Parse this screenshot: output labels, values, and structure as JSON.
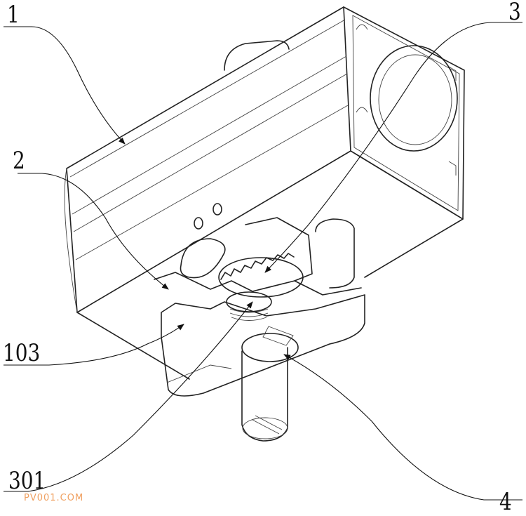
{
  "labels": {
    "l1": "1",
    "l2": "2",
    "l3": "3",
    "l103": "103",
    "l301": "301",
    "l4": "4"
  },
  "watermark": "PV001.COM"
}
